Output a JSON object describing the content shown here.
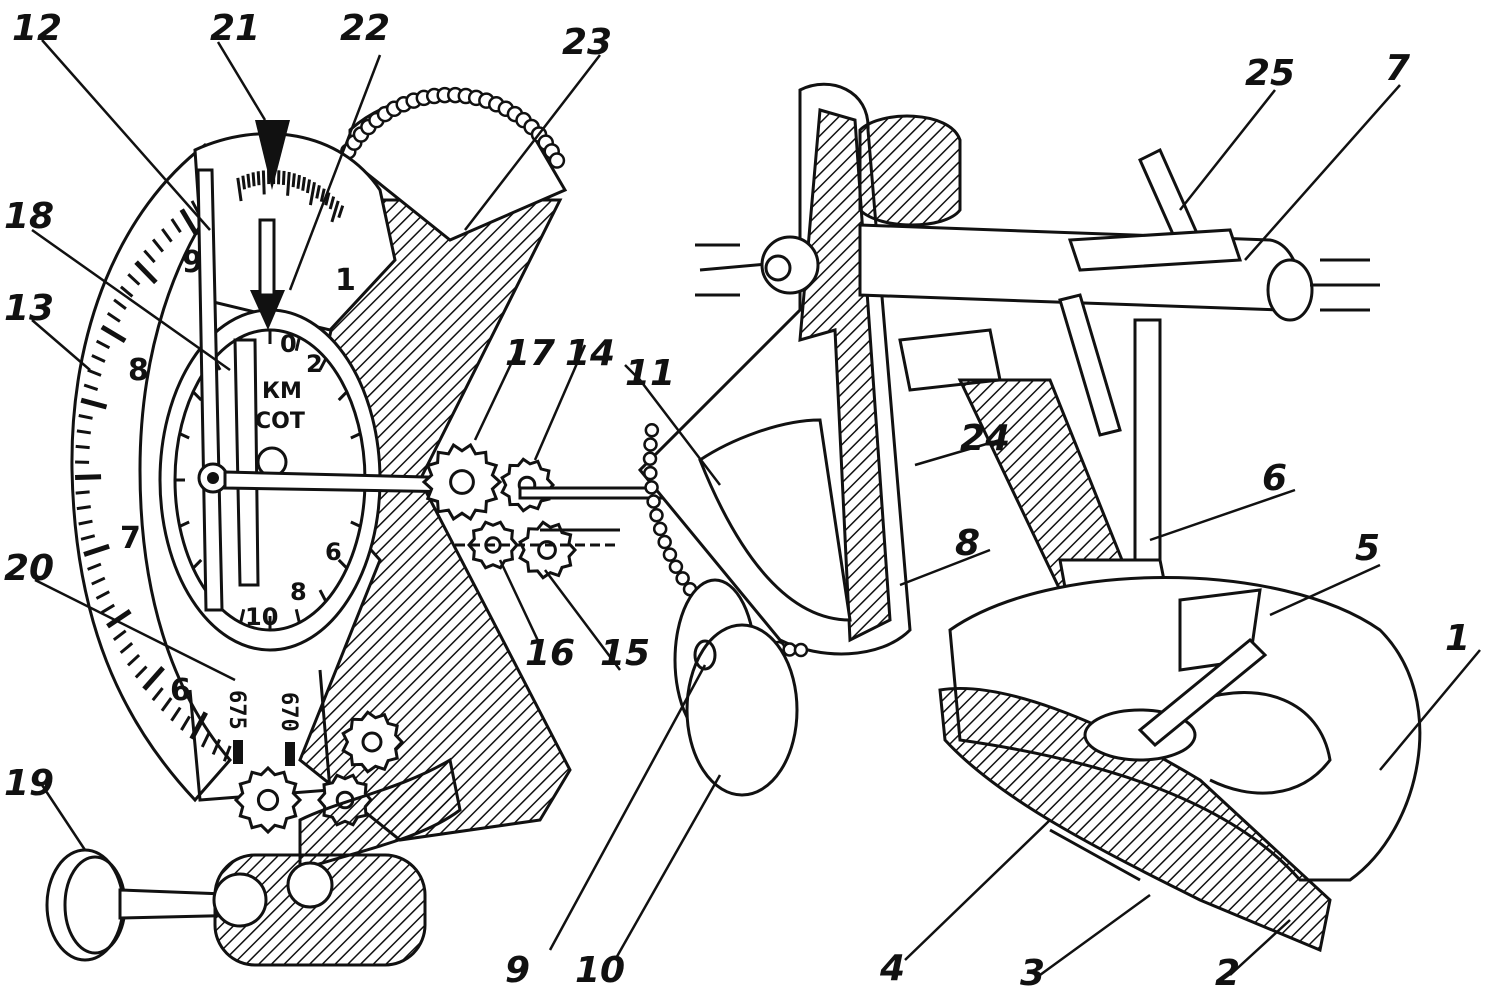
{
  "callouts": [
    {
      "id": "c1",
      "text": "1"
    },
    {
      "id": "c2",
      "text": "2"
    },
    {
      "id": "c3",
      "text": "3"
    },
    {
      "id": "c4",
      "text": "4"
    },
    {
      "id": "c5",
      "text": "5"
    },
    {
      "id": "c6",
      "text": "6"
    },
    {
      "id": "c7",
      "text": "7"
    },
    {
      "id": "c8",
      "text": "8"
    },
    {
      "id": "c9",
      "text": "9"
    },
    {
      "id": "c10",
      "text": "10"
    },
    {
      "id": "c11",
      "text": "11"
    },
    {
      "id": "c12",
      "text": "12"
    },
    {
      "id": "c13",
      "text": "13"
    },
    {
      "id": "c14",
      "text": "14"
    },
    {
      "id": "c15",
      "text": "15"
    },
    {
      "id": "c16",
      "text": "16"
    },
    {
      "id": "c17",
      "text": "17"
    },
    {
      "id": "c18",
      "text": "18"
    },
    {
      "id": "c19",
      "text": "19"
    },
    {
      "id": "c20",
      "text": "20"
    },
    {
      "id": "c21",
      "text": "21"
    },
    {
      "id": "c22",
      "text": "22"
    },
    {
      "id": "c23",
      "text": "23"
    },
    {
      "id": "c24",
      "text": "24"
    },
    {
      "id": "c25",
      "text": "25"
    }
  ],
  "outer_scale": {
    "labels": [
      "9",
      "8",
      "7",
      "6",
      "1"
    ]
  },
  "inner_dial": {
    "labels": [
      "0",
      "2",
      "6",
      "8",
      "10"
    ],
    "unit_line1": "КМ",
    "unit_line2": "СОТ"
  },
  "counter": {
    "readings": [
      "675",
      "670"
    ]
  }
}
